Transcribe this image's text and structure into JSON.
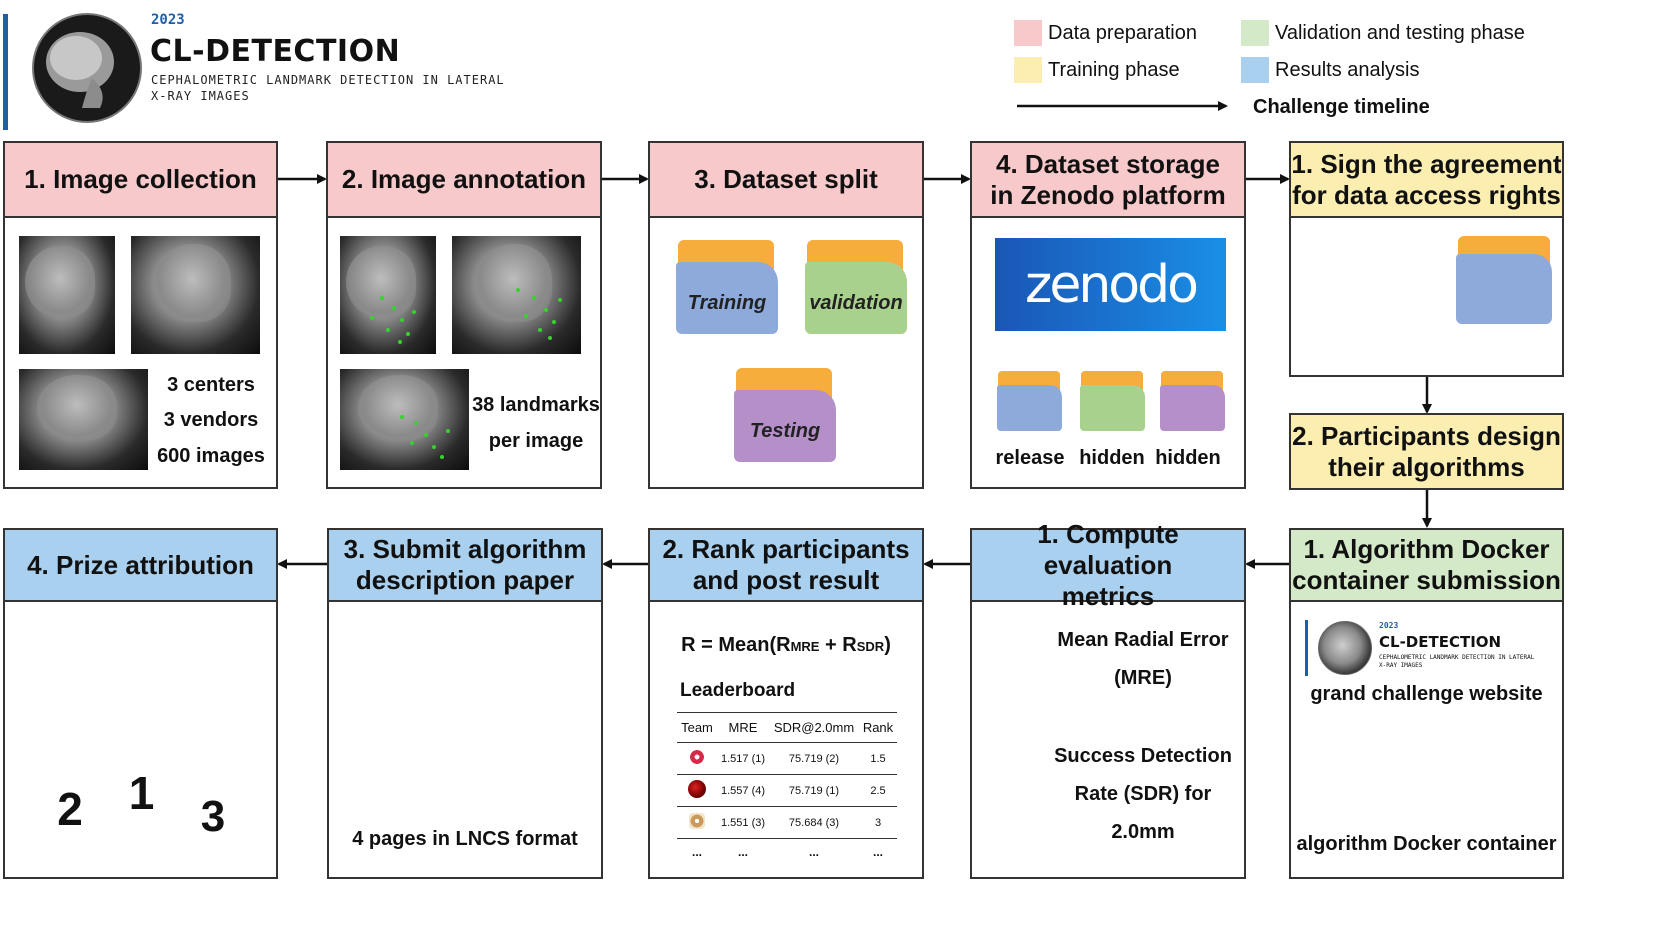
{
  "logo": {
    "year": "2023",
    "title": "CL-DETECTION",
    "subtitle_line1": "CEPHALOMETRIC LANDMARK DETECTION IN LATERAL",
    "subtitle_line2": "X-RAY IMAGES"
  },
  "legend": {
    "data_prep": "Data preparation",
    "training": "Training phase",
    "validation": "Validation and testing phase",
    "results": "Results analysis",
    "timeline": "Challenge timeline",
    "colors": {
      "pink": "#f8c9cb",
      "yellow": "#fbeeb0",
      "green": "#d4e9c8",
      "blue": "#a9d0ee"
    }
  },
  "steps": {
    "image_collection": {
      "title": "1. Image collection",
      "stats": [
        "3 centers",
        "3 vendors",
        "600 images"
      ]
    },
    "image_annotation": {
      "title": "2. Image annotation",
      "stats": [
        "38 landmarks",
        "per image"
      ]
    },
    "dataset_split": {
      "title": "3. Dataset split",
      "folders": [
        "Training",
        "validation",
        "Testing"
      ]
    },
    "dataset_storage": {
      "title_line1": "4. Dataset storage",
      "title_line2": "in Zenodo platform",
      "zenodo": "zenodo",
      "labels": [
        "release",
        "hidden",
        "hidden"
      ]
    },
    "sign_agreement": {
      "title_line1": "1. Sign the agreement",
      "title_line2": "for data access rights"
    },
    "participants_design": {
      "title_line1": "2. Participants design",
      "title_line2": "their algorithms"
    },
    "docker_submission": {
      "title_line1": "1. Algorithm Docker",
      "title_line2": "container submission",
      "website_label": "grand challenge website",
      "docker_label": "algorithm Docker container"
    },
    "compute_metrics": {
      "title_line1": "1. Compute evaluation",
      "title_line2": "metrics",
      "mre_line1": "Mean Radial Error",
      "mre_line2": "(MRE)",
      "sdr_line1": "Success Detection",
      "sdr_line2": "Rate (SDR) for",
      "sdr_line3": "2.0mm"
    },
    "rank": {
      "title_line1": "2. Rank participants",
      "title_line2": "and post result",
      "formula_prefix": "R = Mean(R",
      "formula_sub1": "MRE",
      "formula_mid": " + R",
      "formula_sub2": "SDR",
      "formula_suffix": ")",
      "leaderboard_title": "Leaderboard",
      "columns": [
        "Team",
        "MRE",
        "SDR@2.0mm",
        "Rank"
      ],
      "rows": [
        {
          "mre": "1.517 (1)",
          "sdr": "75.719 (2)",
          "rank": "1.5"
        },
        {
          "mre": "1.557 (4)",
          "sdr": "75.719 (1)",
          "rank": "2.5"
        },
        {
          "mre": "1.551 (3)",
          "sdr": "75.684 (3)",
          "rank": "3"
        }
      ],
      "ellipsis": "..."
    },
    "submit_paper": {
      "title_line1": "3. Submit algorithm",
      "title_line2": "description paper",
      "caption": "4 pages in LNCS format"
    },
    "prize": {
      "title": "4. Prize attribution",
      "podium": [
        "2",
        "1",
        "3"
      ]
    }
  }
}
